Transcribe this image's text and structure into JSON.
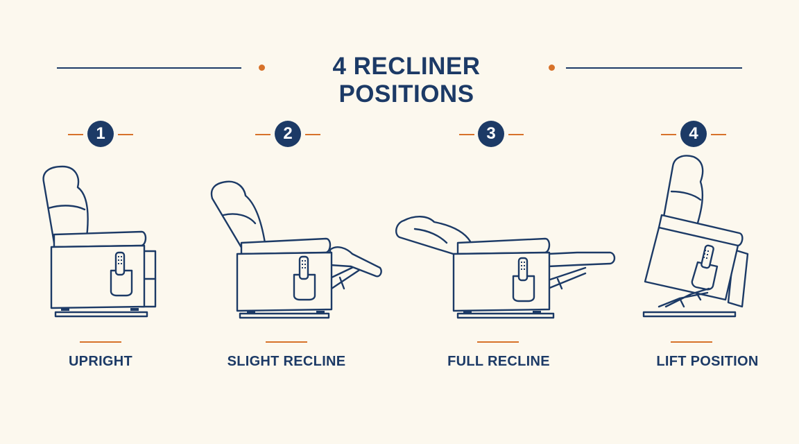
{
  "title": "4 RECLINER POSITIONS",
  "colors": {
    "navy": "#1c3a66",
    "accent": "#d7722a",
    "background": "#fcf8ee"
  },
  "positions": [
    {
      "number": "1",
      "label": "UPRIGHT"
    },
    {
      "number": "2",
      "label": "SLIGHT RECLINE"
    },
    {
      "number": "3",
      "label": "FULL RECLINE"
    },
    {
      "number": "4",
      "label": "LIFT POSITION"
    }
  ],
  "icons": [
    "recliner-upright-icon",
    "recliner-slight-recline-icon",
    "recliner-full-recline-icon",
    "recliner-lift-icon",
    "remote-control-icon"
  ]
}
